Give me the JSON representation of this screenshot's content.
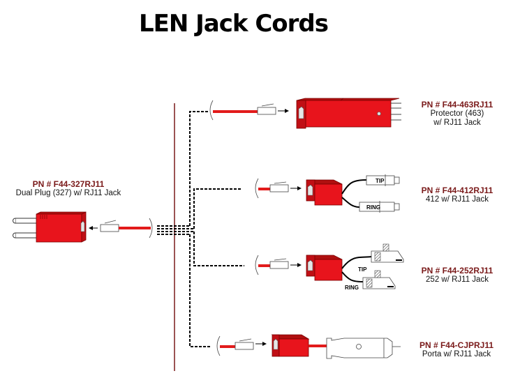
{
  "title": "LEN Jack Cords",
  "colors": {
    "cord_red": "#e21b1b",
    "body_red": "#e8141c",
    "part_number": "#7a1a1a",
    "divider": "#7a1a1a",
    "dashed_line": "#000000"
  },
  "source": {
    "part_number": "PN # F44-327RJ11",
    "description": "Dual Plug (327) w/ RJ11 Jack",
    "icon": "dual-plug-icon"
  },
  "products": [
    {
      "part_number": "PN # F44-463RJ11",
      "description_lines": [
        "Protector (463)",
        "w/ RJ11 Jack"
      ],
      "icon": "protector-icon"
    },
    {
      "part_number": "PN # F44-412RJ11",
      "description_lines": [
        "412 w/ RJ11 Jack"
      ],
      "icon": "412-plug-icon",
      "leads": [
        "TIP",
        "RING"
      ]
    },
    {
      "part_number": "PN # F44-252RJ11",
      "description_lines": [
        "252 w/ RJ11 Jack"
      ],
      "icon": "252-clip-icon",
      "leads": [
        "TIP",
        "RING"
      ]
    },
    {
      "part_number": "PN # F44-CJPRJ11",
      "description_lines": [
        "Porta w/ RJ11 Jack"
      ],
      "icon": "porta-connector-icon"
    }
  ]
}
